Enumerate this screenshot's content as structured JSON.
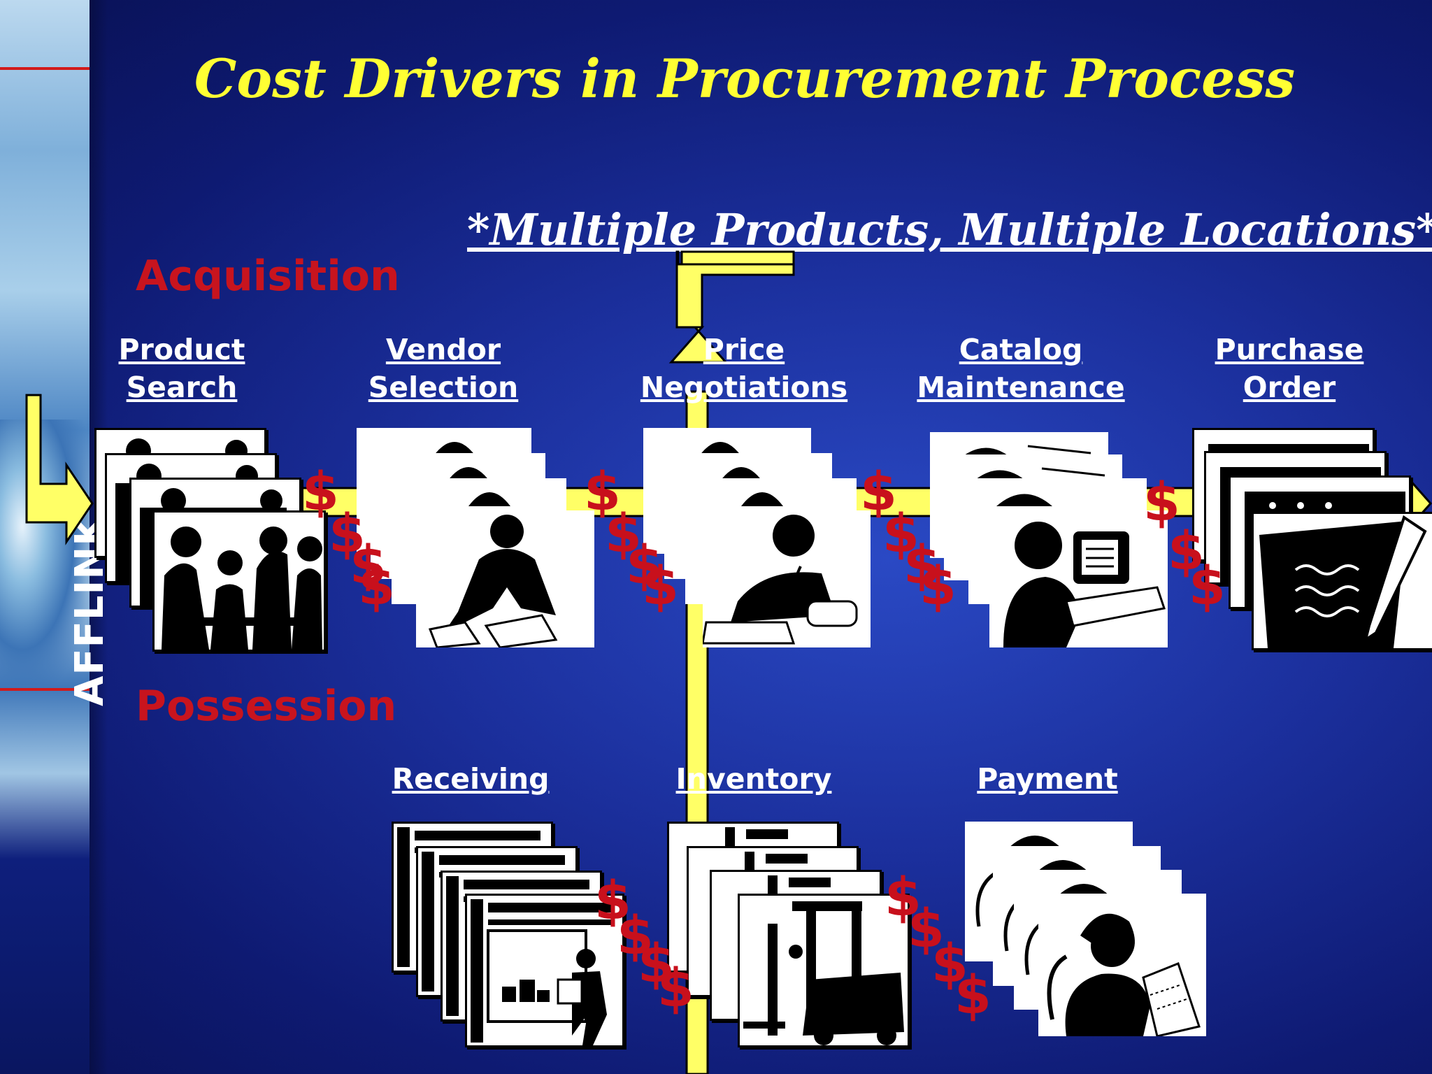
{
  "title": "Cost Drivers in Procurement Process",
  "subtitle": "*Multiple Products, Multiple Locations*",
  "logo": "AFFLINK",
  "sections": {
    "acquisition": "Acquisition",
    "possession": "Possession"
  },
  "acquisition_steps": [
    {
      "label": "Product\nSearch"
    },
    {
      "label": "Vendor\nSelection"
    },
    {
      "label": "Price\nNegotiations"
    },
    {
      "label": "Catalog\nMaintenance"
    },
    {
      "label": "Purchase\nOrder"
    }
  ],
  "possession_steps": [
    {
      "label": "Receiving"
    },
    {
      "label": "Inventory"
    },
    {
      "label": "Payment"
    }
  ],
  "cost_symbol": "$",
  "colors": {
    "background": "#1b2f9c",
    "title": "#ffff33",
    "section": "#c8141e",
    "connector": "#ffff66",
    "cost": "#c8101c"
  }
}
